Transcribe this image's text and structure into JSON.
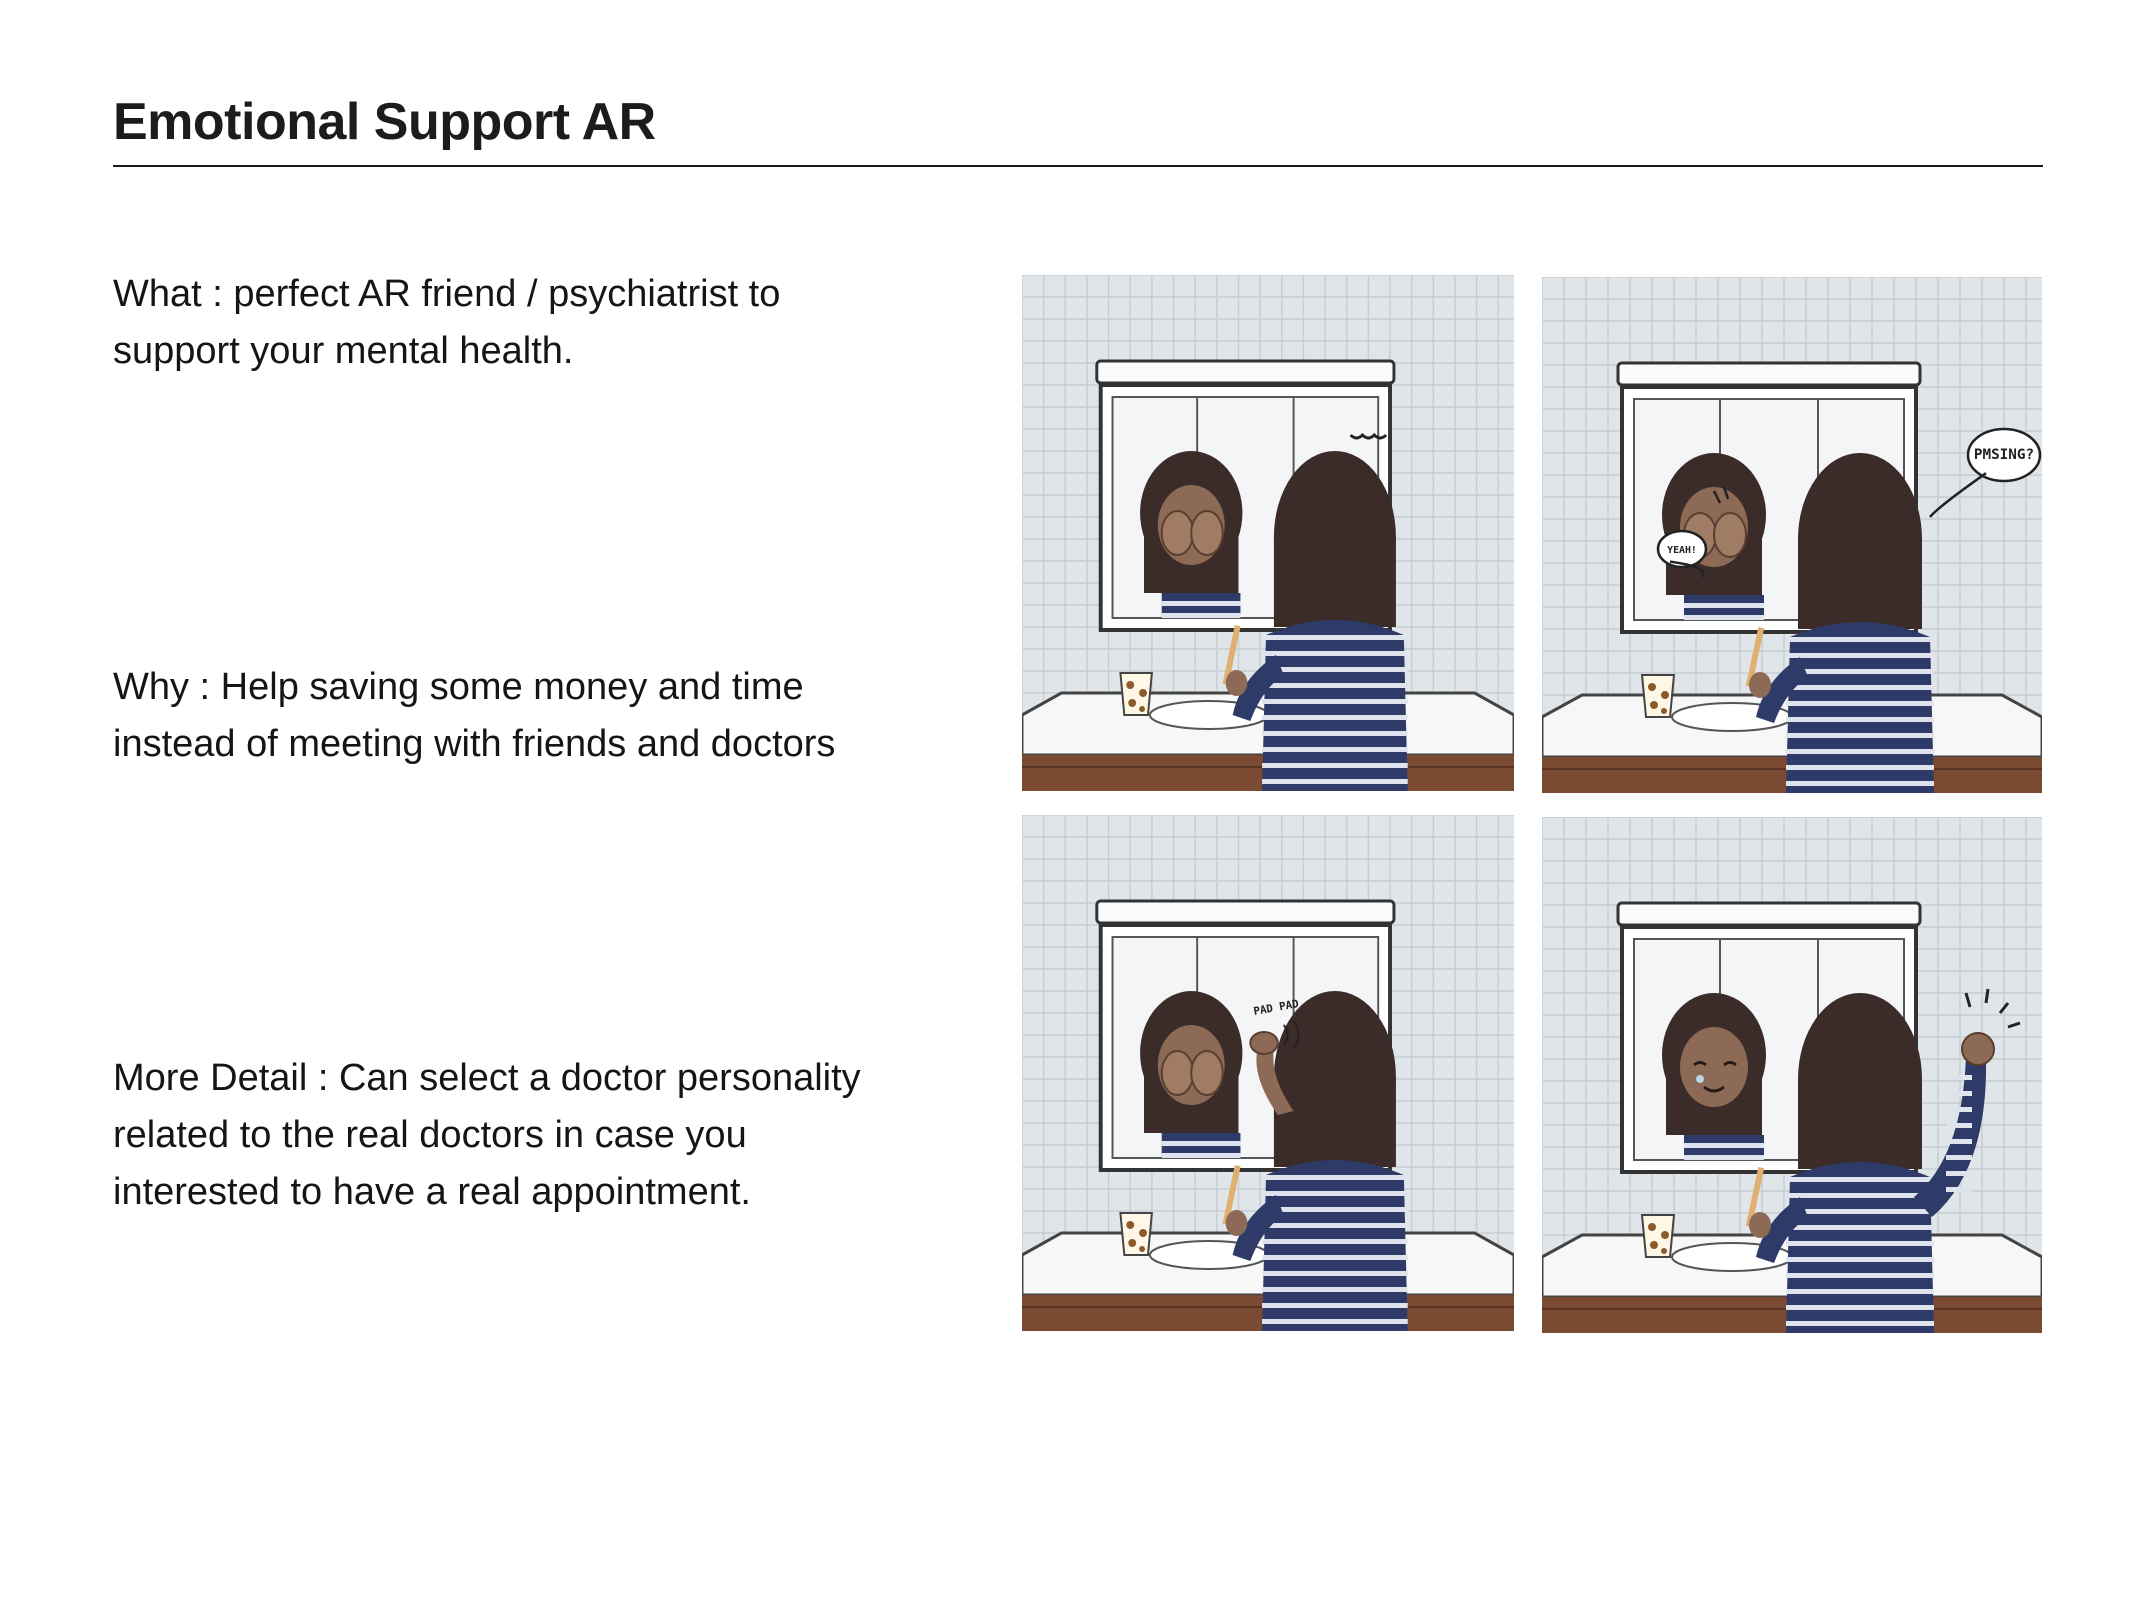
{
  "header": {
    "title": "Emotional Support AR"
  },
  "sections": [
    {
      "id": "what",
      "lines": [
        "What : perfect AR friend / psychiatrist to",
        "support your mental health."
      ]
    },
    {
      "id": "why",
      "lines": [
        "Why : Help saving some money and time",
        "instead of meeting with friends and doctors"
      ]
    },
    {
      "id": "detail",
      "lines": [
        "More Detail : Can select a doctor personality",
        "related to the real doctors in case you",
        "interested to have a real appointment."
      ]
    }
  ],
  "comic": {
    "panels": [
      {
        "name": "panel-crying",
        "bubble": ""
      },
      {
        "name": "panel-reflection-talks",
        "bubble": "PMSING?",
        "small_bubble": "YEAH!"
      },
      {
        "name": "panel-pat-head",
        "bubble": "PAD PAD"
      },
      {
        "name": "panel-cheer-up",
        "bubble": ""
      }
    ],
    "colors": {
      "tile": "#dfe5e8",
      "grout": "#c7ced2",
      "hair": "#3b2c2a",
      "skin": "#8c6a55",
      "shirt": "#2e3a68",
      "stripe": "#dfe3ee",
      "cabinet": "#7a4a32"
    }
  }
}
